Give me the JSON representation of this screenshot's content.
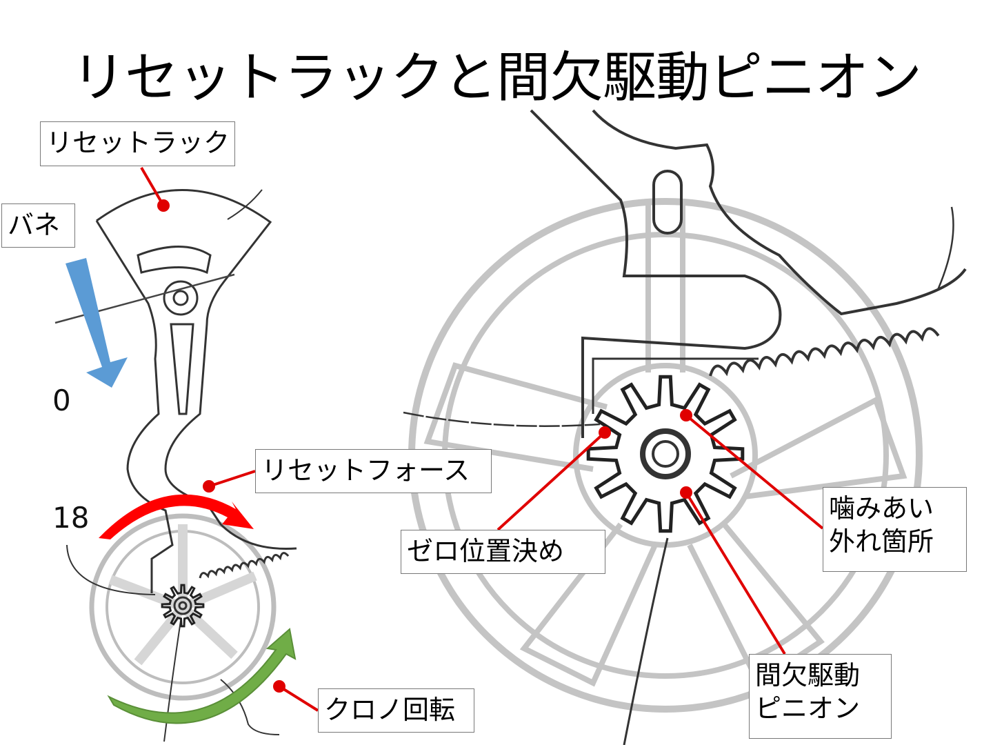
{
  "slide": {
    "title": "リセットラックと間欠駆動ピニオン",
    "labels": {
      "reset_rack": "リセットラック",
      "spring": "バネ",
      "reset_force": "リセットフォース",
      "zero_positioning": "ゼロ位置決め",
      "disengage_line1": "噛みあい",
      "disengage_line2": "外れ箇所",
      "pinion_line1": "間欠駆動",
      "pinion_line2": "ピニオン",
      "chrono_rotation": "クロノ回転"
    },
    "figure_numbers": {
      "zero": "0",
      "eighteen": "18"
    },
    "colors": {
      "callout": "#e00000",
      "spring_arrow": "#5b9bd5",
      "force_arrow": "#ff0000",
      "rotation_arrow": "#70ad47",
      "wheel": "#b8b8b8",
      "part": "#333333"
    }
  }
}
